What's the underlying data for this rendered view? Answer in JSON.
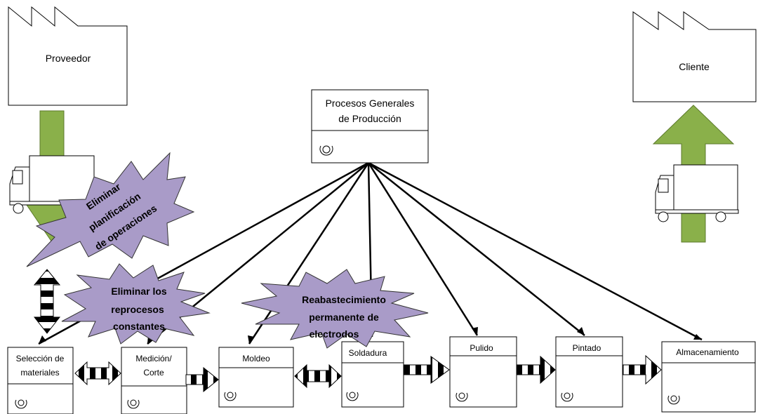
{
  "supplier": {
    "label": "Proveedor"
  },
  "customer": {
    "label": "Cliente"
  },
  "control": {
    "title_line1": "Procesos Generales",
    "title_line2": "de Producción"
  },
  "processes": [
    {
      "id": "seleccion",
      "line1": "Selección de",
      "line2": "materiales"
    },
    {
      "id": "medicion",
      "line1": "Medición/",
      "line2": "Corte"
    },
    {
      "id": "moldeo",
      "line1": "Moldeo",
      "line2": ""
    },
    {
      "id": "soldadura",
      "line1": "Soldadura",
      "line2": ""
    },
    {
      "id": "pulido",
      "line1": "Pulido",
      "line2": ""
    },
    {
      "id": "pintado",
      "line1": "Pintado",
      "line2": ""
    },
    {
      "id": "almacenamiento",
      "line1": "Almacenamiento",
      "line2": ""
    }
  ],
  "kaizen": [
    {
      "id": "planificacion",
      "lines": [
        "Eliminar",
        "planificación",
        "de operaciones"
      ]
    },
    {
      "id": "reprocesos",
      "lines": [
        "Eliminar los",
        "reprocesos",
        "constantes"
      ]
    },
    {
      "id": "electrodos",
      "lines": [
        "Reabastecimiento",
        "permanente de",
        "electrodos"
      ]
    }
  ],
  "colors": {
    "shipment_arrow": "#8ab04a",
    "kaizen_fill": "#a99bc8",
    "outline": "#000000"
  },
  "icons": [
    "factory-icon",
    "truck-icon",
    "operator-icon",
    "push-arrow-icon",
    "kaizen-burst-icon"
  ]
}
